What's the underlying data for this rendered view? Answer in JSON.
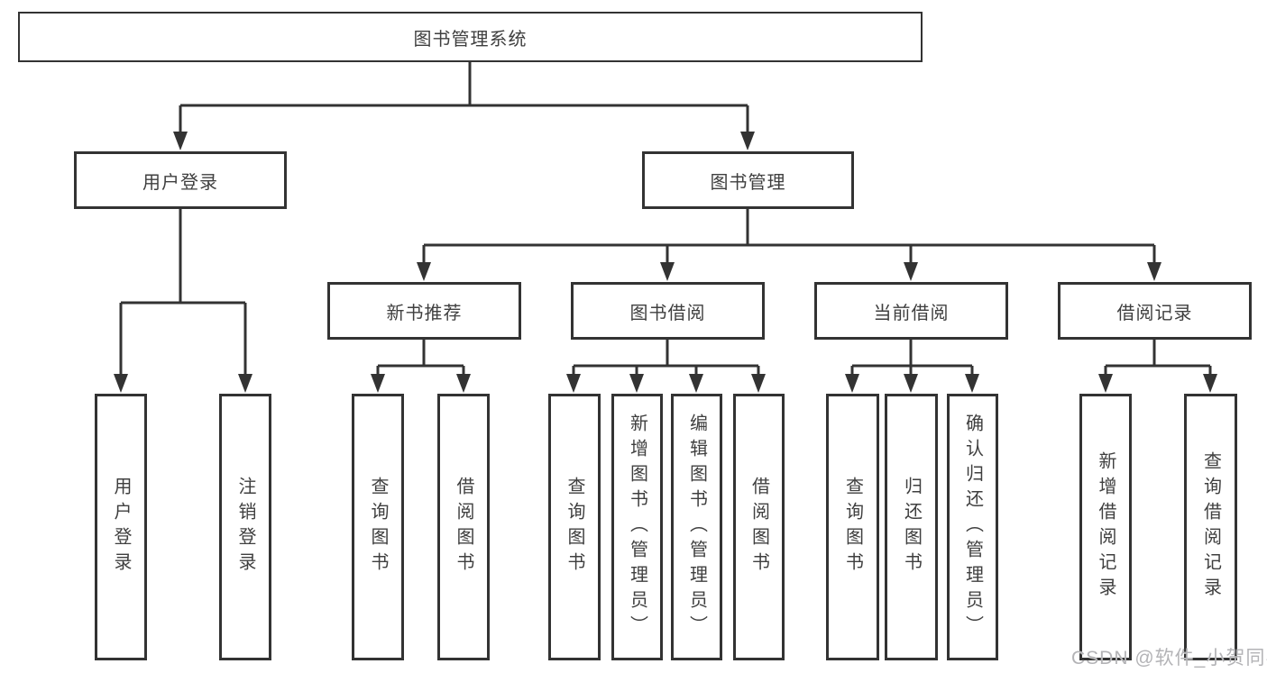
{
  "tree": {
    "label": "图书管理系统",
    "children": [
      {
        "label": "用户登录",
        "children": [
          {
            "label": "用户登录"
          },
          {
            "label": "注销登录"
          }
        ]
      },
      {
        "label": "图书管理",
        "children": [
          {
            "label": "新书推荐",
            "children": [
              {
                "label": "查询图书"
              },
              {
                "label": "借阅图书"
              }
            ]
          },
          {
            "label": "图书借阅",
            "children": [
              {
                "label": "查询图书"
              },
              {
                "label": "新增图书（管理员）"
              },
              {
                "label": "编辑图书（管理员）"
              },
              {
                "label": "借阅图书"
              }
            ]
          },
          {
            "label": "当前借阅",
            "children": [
              {
                "label": "查询图书"
              },
              {
                "label": "归还图书"
              },
              {
                "label": "确认归还（管理员）"
              }
            ]
          },
          {
            "label": "借阅记录",
            "children": [
              {
                "label": "新增借阅记录"
              },
              {
                "label": "查询借阅记录"
              }
            ]
          }
        ]
      }
    ]
  },
  "watermark": "CSDN @软件_小贺同学",
  "colors": {
    "line": "#333333",
    "text": "#3f3f3f",
    "watermark": "#b3b3b6",
    "background": "#ffffff"
  }
}
